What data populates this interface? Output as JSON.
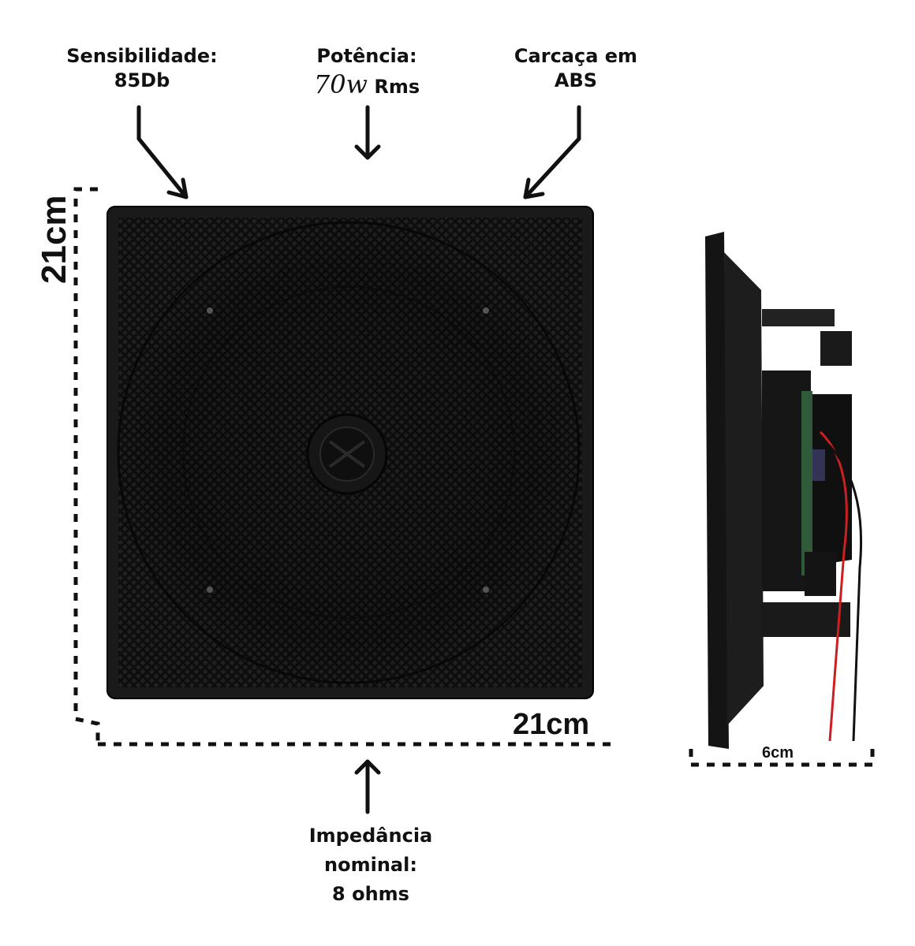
{
  "labels": {
    "sensibilidade": {
      "line1": "Sensibilidade:",
      "line2": "85Db"
    },
    "potencia": {
      "line1": "Potência:",
      "value": "70w",
      "unit": "Rms"
    },
    "carcaca": {
      "line1": "Carcaça em",
      "line2": "ABS"
    },
    "impedancia": {
      "line1": "Impedância",
      "line2": "nominal:",
      "line3": "8 ohms"
    }
  },
  "dimensions": {
    "height": "21cm",
    "width": "21cm",
    "depth": "6cm"
  },
  "colors": {
    "speaker_body": "#1a1a1a",
    "grille": "#111111",
    "wire_red": "#cc1f1f",
    "wire_black": "#111111",
    "pcb_green": "#2f5b3a"
  }
}
